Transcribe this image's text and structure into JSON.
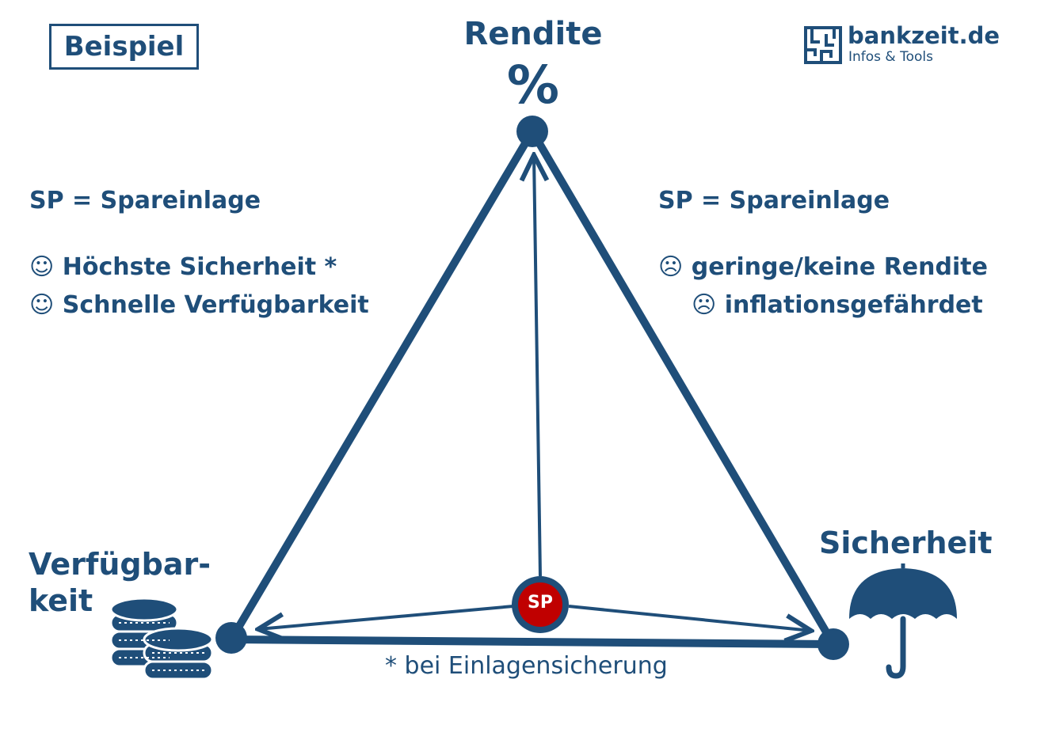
{
  "badge": {
    "label": "Beispiel"
  },
  "top": {
    "title": "Rendite",
    "symbol": "%"
  },
  "logo": {
    "name": "bankzeit.de",
    "tagline": "Infos & Tools",
    "icon": "maze-logo-icon"
  },
  "left_panel": {
    "heading": "SP = Spareinlage",
    "items": [
      {
        "icon": "smiley-happy-icon",
        "text": "Höchste Sicherheit *"
      },
      {
        "icon": "smiley-happy-icon",
        "text": "Schnelle Verfügbarkeit"
      }
    ]
  },
  "right_panel": {
    "heading": "SP = Spareinlage",
    "items": [
      {
        "icon": "smiley-sad-icon",
        "text": "geringe/keine Rendite"
      },
      {
        "icon": "smiley-sad-icon",
        "text": "inflationsgefährdet"
      }
    ]
  },
  "corners": {
    "left_line1": "Verfügbar-",
    "left_line2": "keit",
    "right": "Sicherheit"
  },
  "center": {
    "label": "SP"
  },
  "footnote": "* bei Einlagensicherung",
  "colors": {
    "primary": "#1f4e79",
    "accent": "#c00000",
    "background": "#ffffff"
  }
}
